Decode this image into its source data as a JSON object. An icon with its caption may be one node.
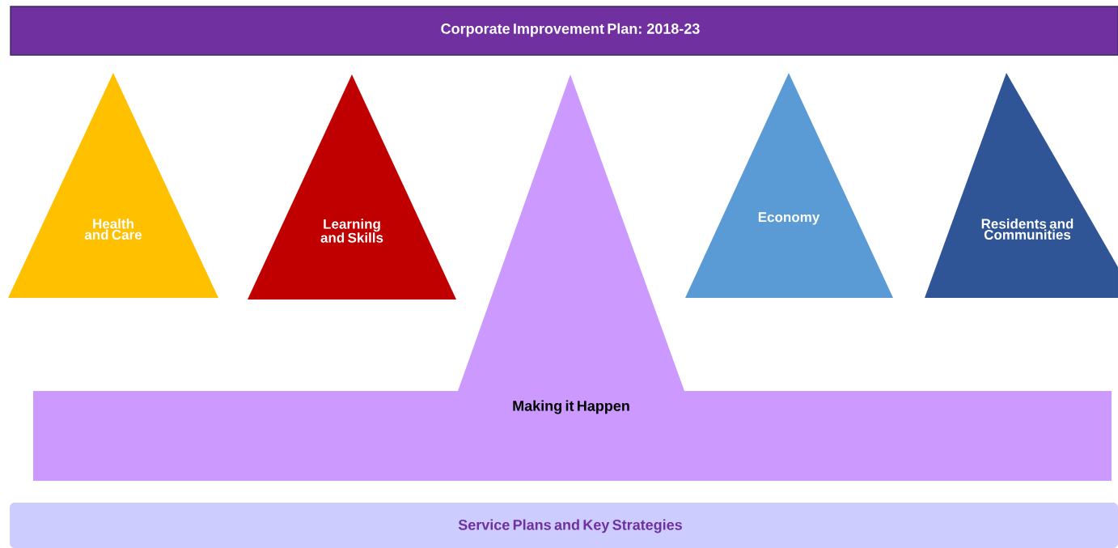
{
  "diagram": {
    "nodes": [
      {
        "text": [
          "Corporate Improvement Plan:  2018-23"
        ]
      },
      {
        "text": [
          "Health and Care"
        ]
      },
      {
        "text": [
          "Learning and Skills"
        ]
      },
      {
        "text": [
          "Economy"
        ]
      },
      {
        "text": [
          "Residents and Communities"
        ]
      },
      {
        "text": [
          "Making it Happen"
        ]
      },
      {
        "text": [
          "Service Plans and Key Strategies"
        ]
      }
    ]
  }
}
